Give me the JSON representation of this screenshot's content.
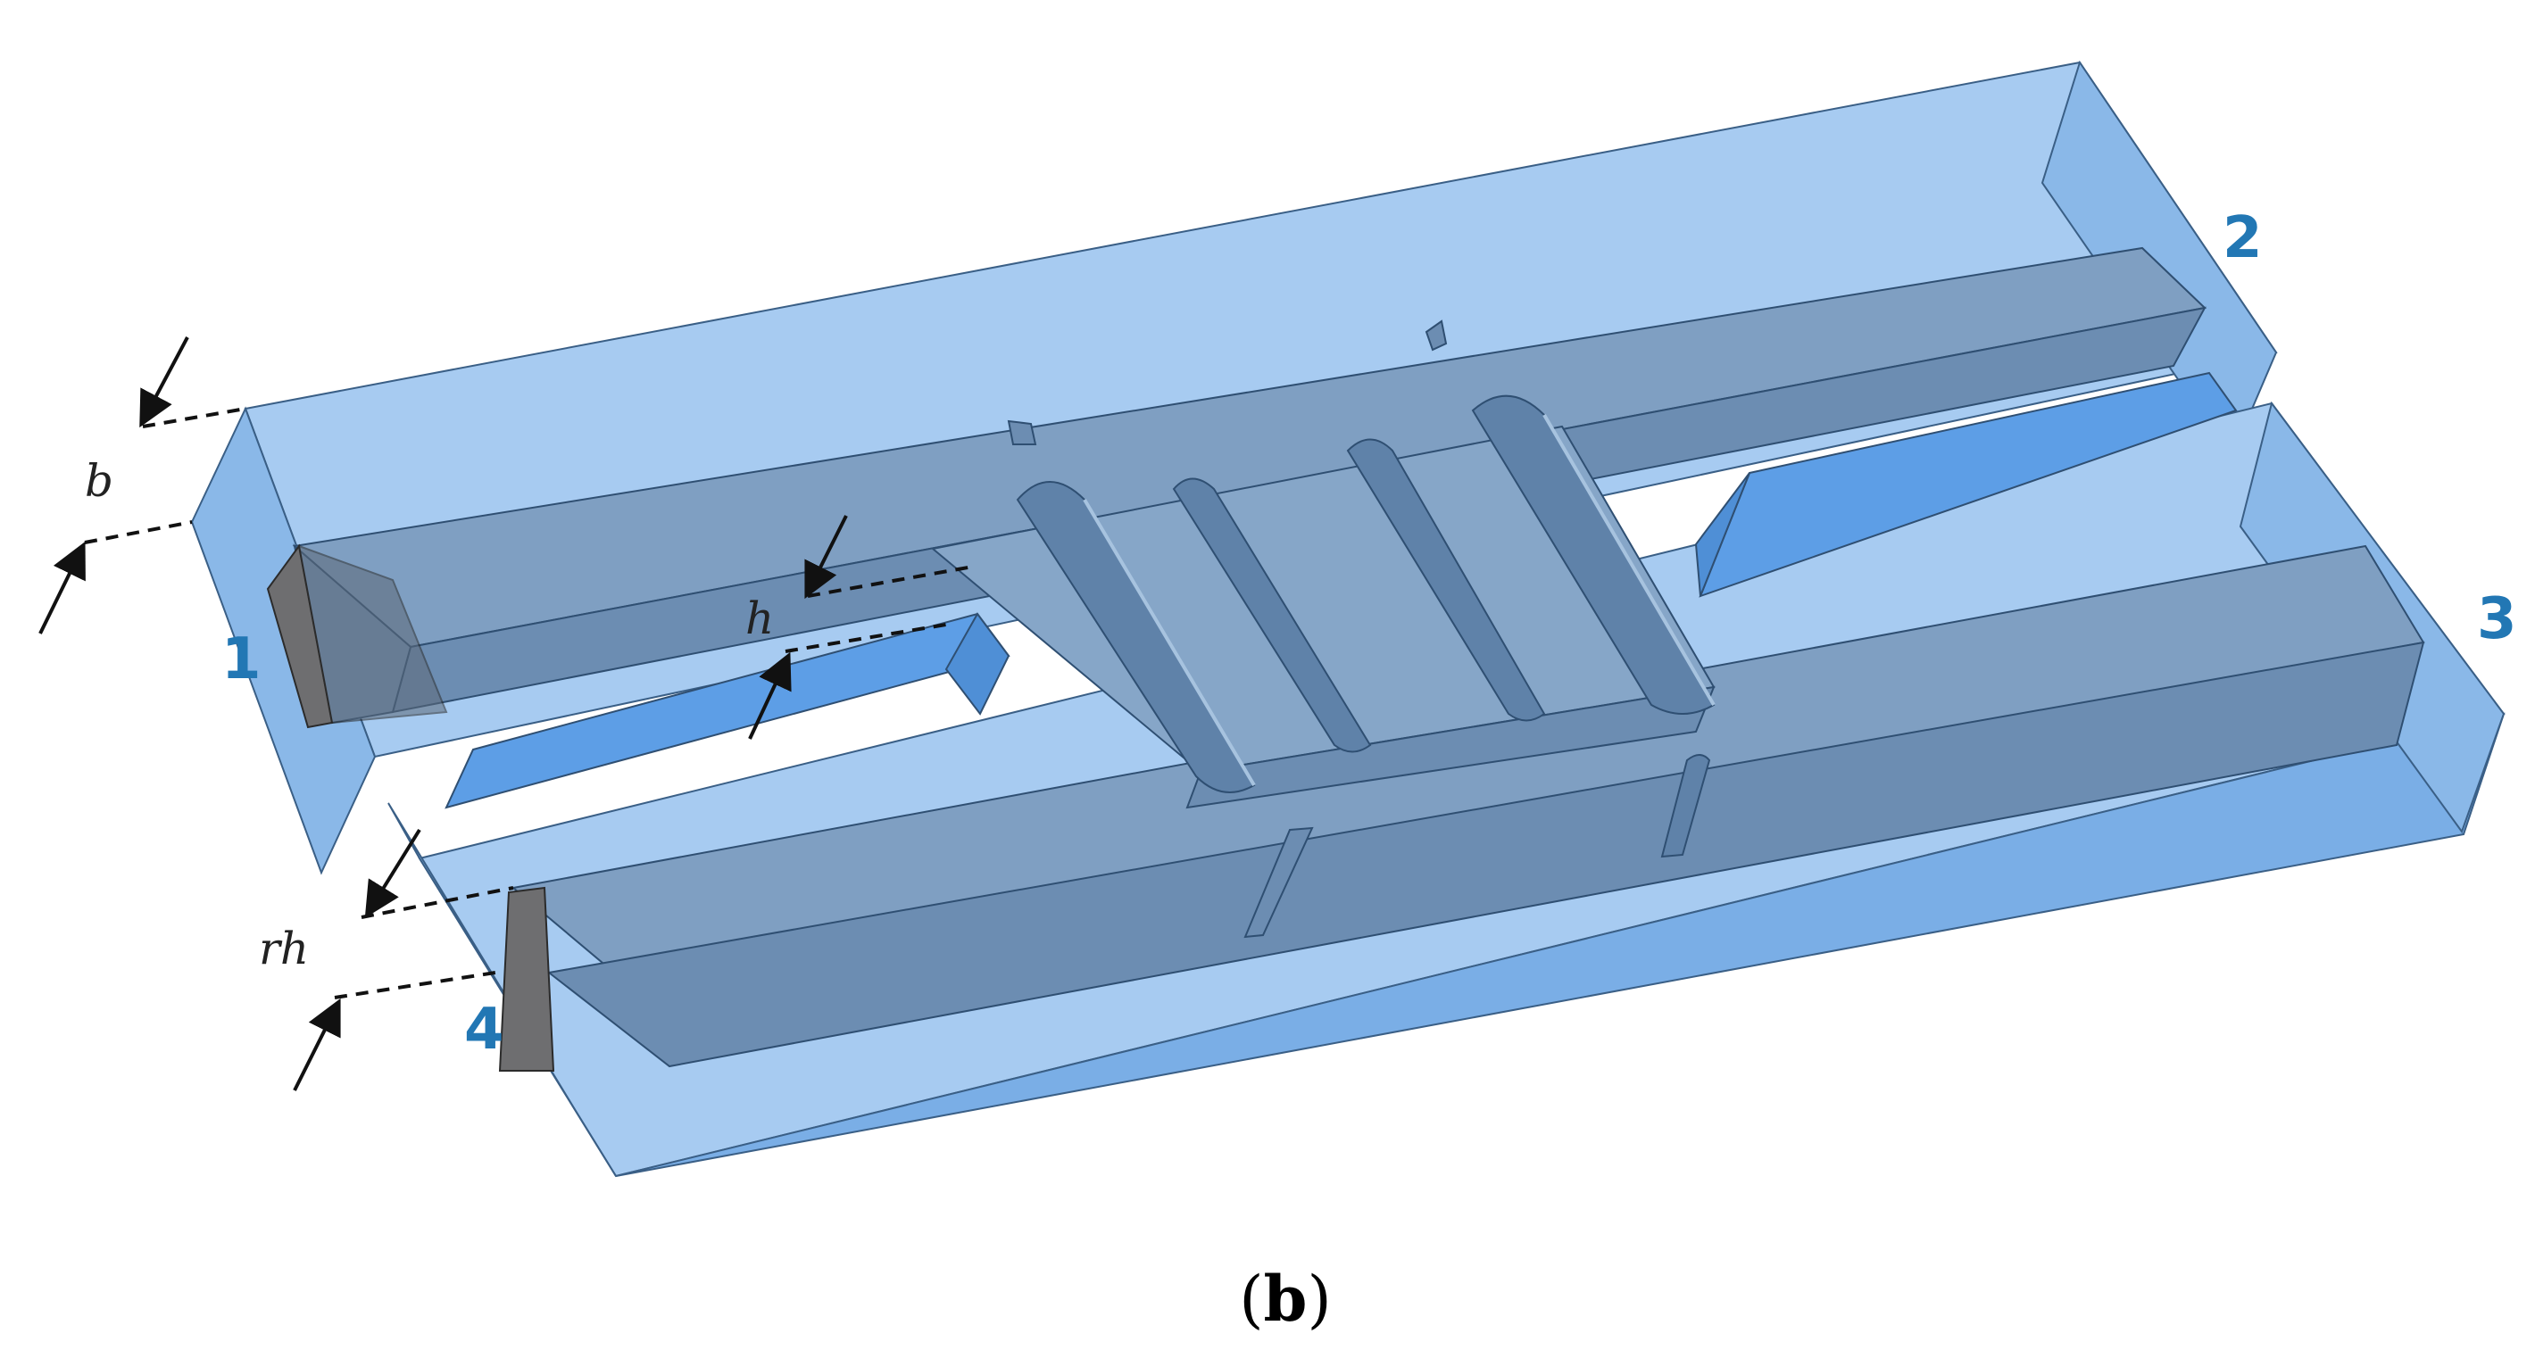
{
  "figure": {
    "caption_open": "(",
    "caption_letter": "b",
    "caption_close": ")"
  },
  "ports": {
    "port_1": "1",
    "port_2": "2",
    "port_3": "3",
    "port_4": "4"
  },
  "dimensions": {
    "b": "b",
    "h": "h",
    "rh": "rh"
  },
  "colors": {
    "housing_fill": "#8ab8e8",
    "housing_dark": "#5a9ae0",
    "core_fill": "#7d9ec0",
    "core_side": "#6b8cb0",
    "port_face": "#6e6e70",
    "edge": "#2f4f72",
    "label_blue": "#2277b4"
  }
}
